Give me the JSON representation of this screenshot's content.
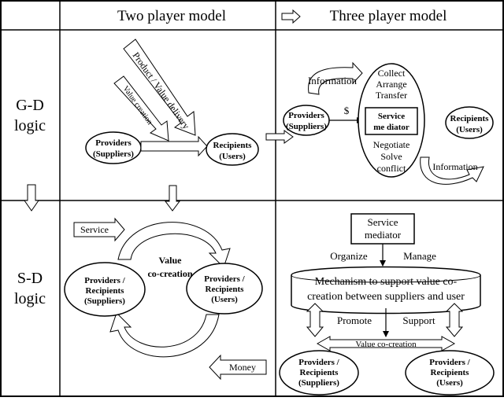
{
  "headers": {
    "two_player": "Two player model",
    "three_player": "Three player model"
  },
  "rows": {
    "gd": [
      "G-D",
      "logic"
    ],
    "sd": [
      "S-D",
      "logic"
    ]
  },
  "gd_two": {
    "product_value_delivery": "Product / Value delivery",
    "value_creation": "Value creation",
    "providers": [
      "Providers",
      "(Suppliers)"
    ],
    "recipients": [
      "Recipients",
      "(Users)"
    ]
  },
  "gd_three": {
    "information_top": "Information",
    "information_bottom": "Information",
    "mediator_tasks_top": [
      "Collect",
      "Arrange",
      "Transfer"
    ],
    "mediator_tasks_bottom": [
      "Negotiate",
      "Solve",
      "conflict"
    ],
    "service_mediator": [
      "Service",
      "me diator"
    ],
    "dollar": "$",
    "providers": [
      "Providers",
      "(Suppliers)"
    ],
    "recipients": [
      "Recipients",
      "(Users)"
    ]
  },
  "sd_two": {
    "service": "Service",
    "money": "Money",
    "value_cocreation": [
      "Value",
      "co-creation"
    ],
    "left_party": [
      "Providers /",
      "Recipients",
      "(Suppliers)"
    ],
    "right_party": [
      "Providers /",
      "Recipients",
      "(Users)"
    ]
  },
  "sd_three": {
    "service_mediator": [
      "Service",
      "mediator"
    ],
    "organize": "Organize",
    "manage": "Manage",
    "mechanism": [
      "Mechanism to support value co-",
      "creation between suppliers and user"
    ],
    "promote": "Promote",
    "support": "Support",
    "value_cocreation": "Value co-creation",
    "left_party": [
      "Providers /",
      "Recipients",
      "(Suppliers)"
    ],
    "right_party": [
      "Providers /",
      "Recipients",
      "(Users)"
    ]
  }
}
